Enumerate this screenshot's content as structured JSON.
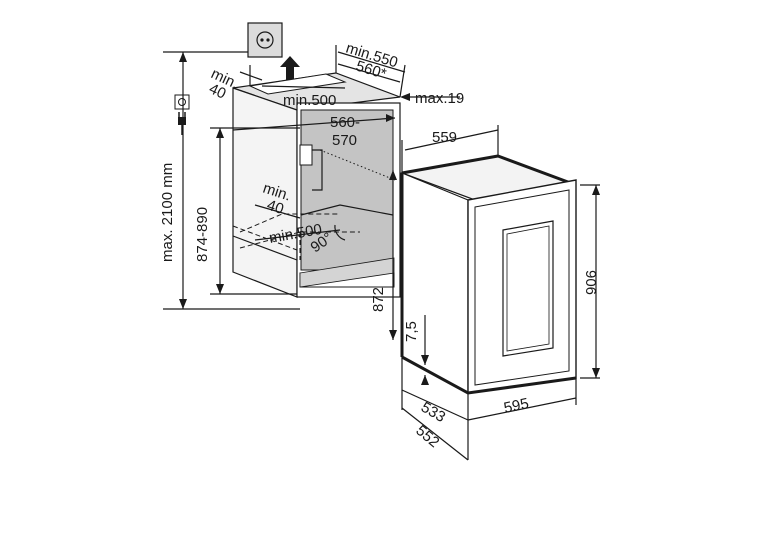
{
  "dimensions": {
    "top_min_550": "min.550",
    "top_560_star": "560*",
    "top_min_40": "min.",
    "top_min_40_b": "40",
    "top_min_500": "min.500",
    "max_19": "max.19",
    "depth_560_570_a": "560-",
    "depth_560_570_b": "570",
    "width_559": "559",
    "inner_min_40_a": "min.",
    "inner_min_40_b": "40",
    "inner_min_500": "min.500",
    "angle_90": "90°",
    "height_874_890": "874-890",
    "height_max_2100": "max. 2100 mm",
    "height_872": "872",
    "gap_7_5": "7,5",
    "height_906": "906",
    "depth_533": "533",
    "depth_552": "552",
    "width_595": "595"
  }
}
